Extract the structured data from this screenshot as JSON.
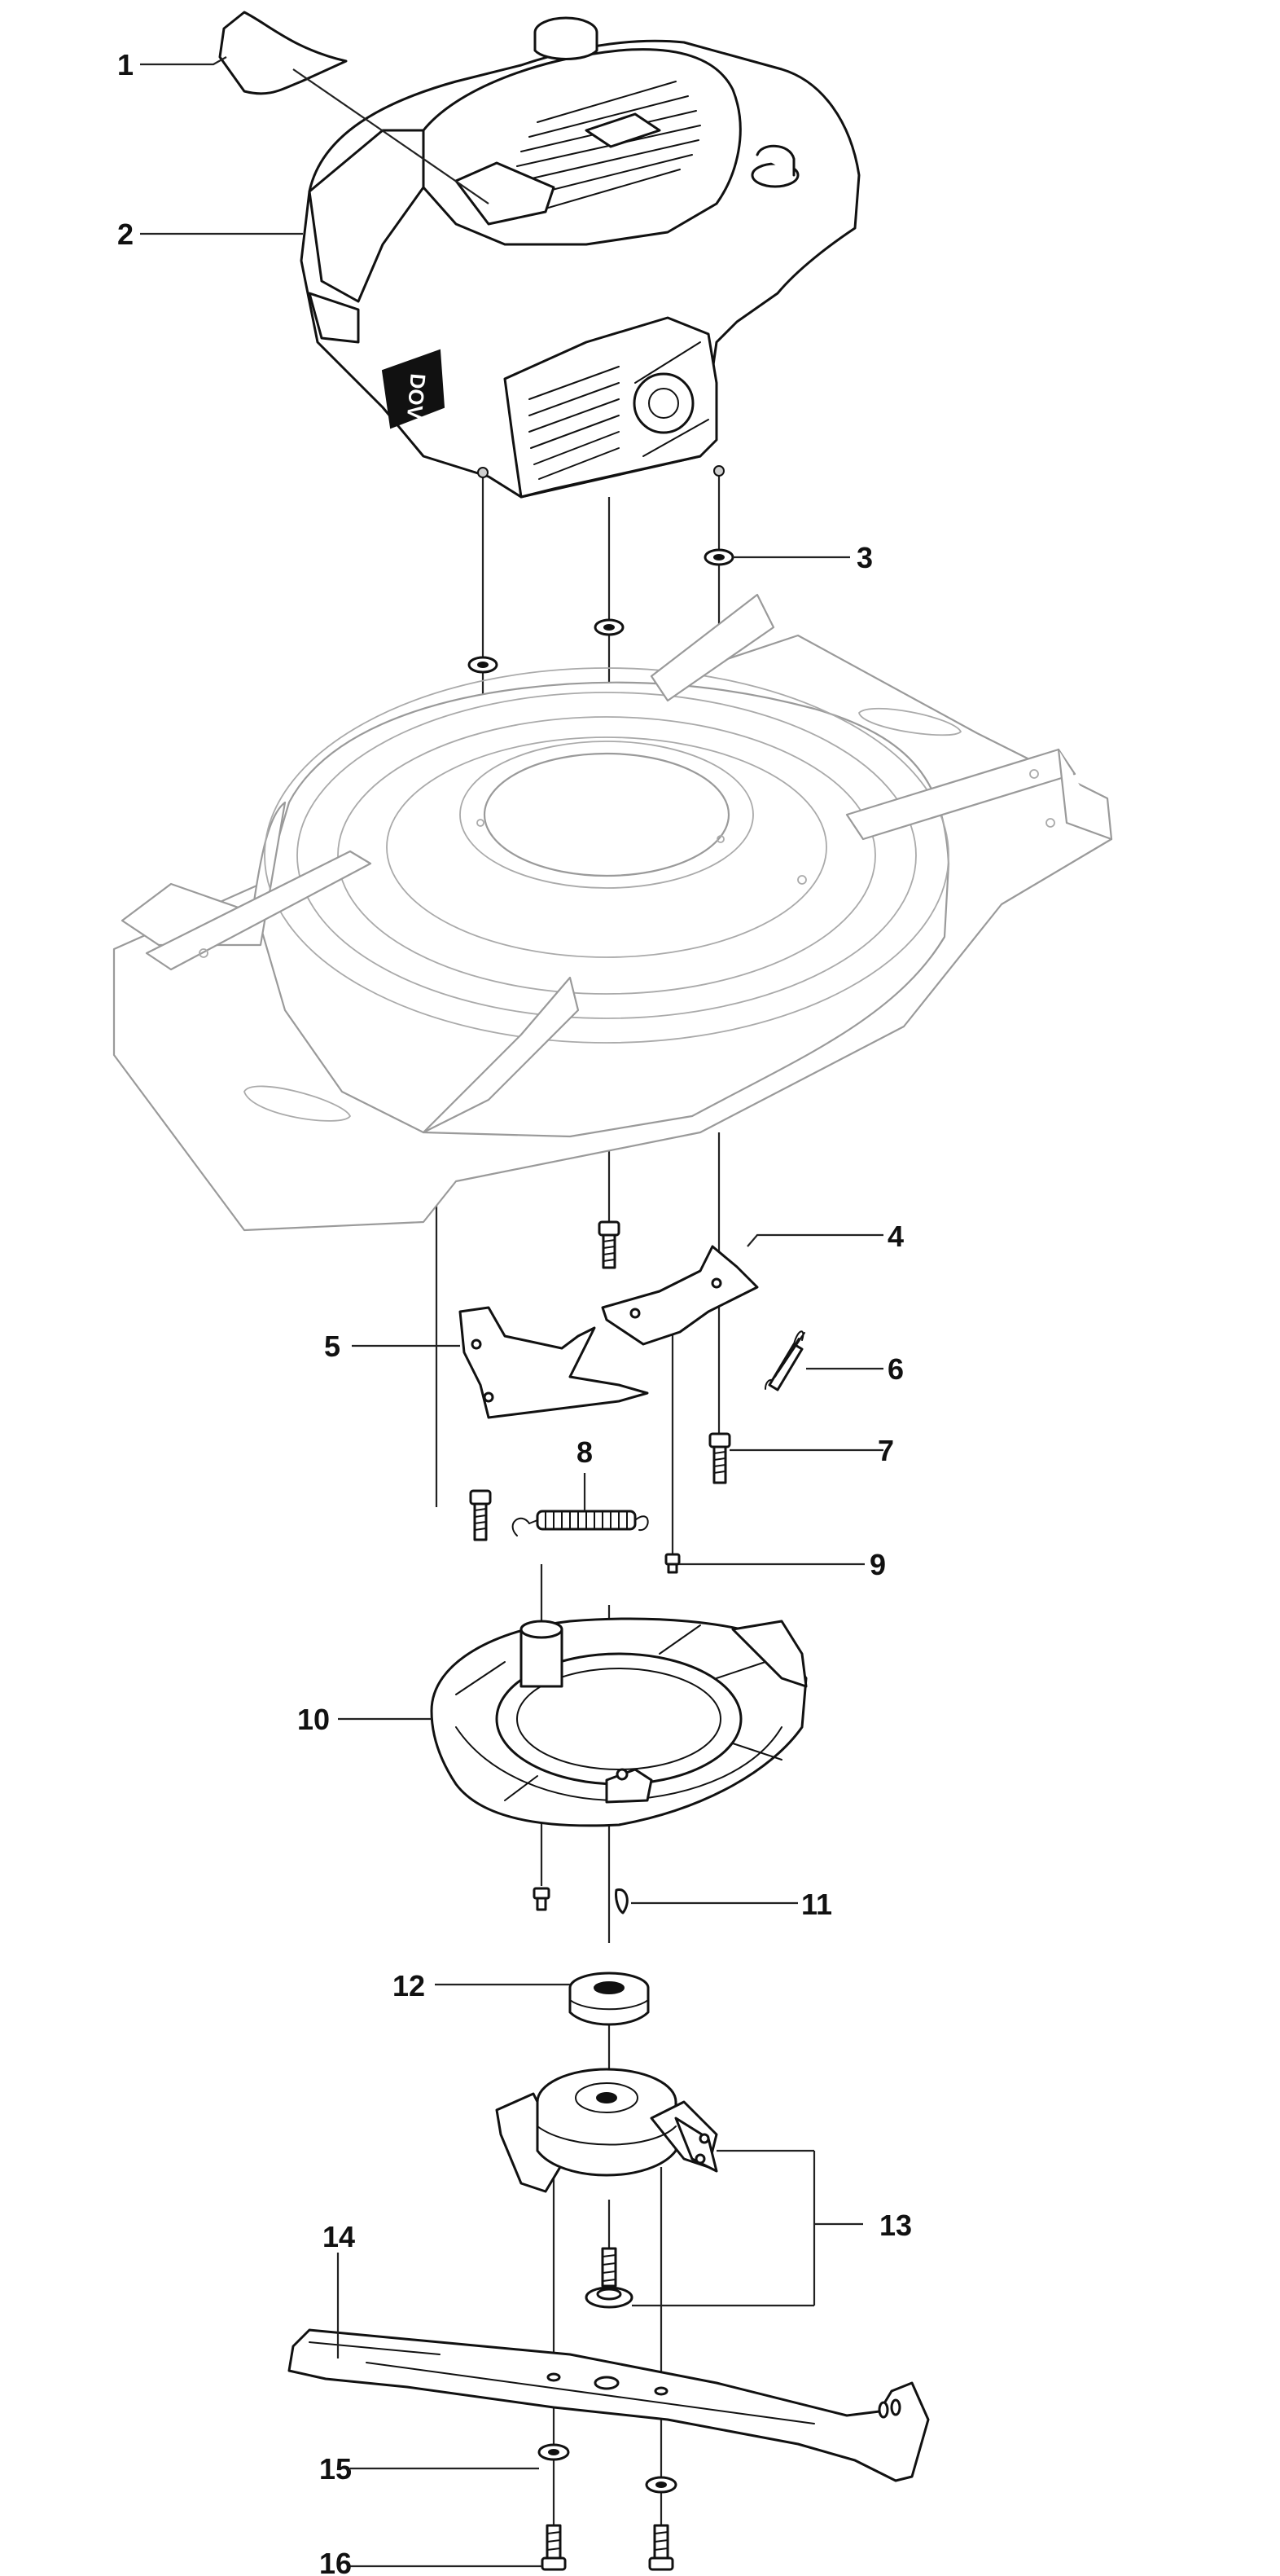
{
  "diagram": {
    "callouts": [
      {
        "id": "1",
        "label": "1"
      },
      {
        "id": "2",
        "label": "2"
      },
      {
        "id": "3",
        "label": "3"
      },
      {
        "id": "4",
        "label": "4"
      },
      {
        "id": "5",
        "label": "5"
      },
      {
        "id": "6",
        "label": "6"
      },
      {
        "id": "7",
        "label": "7"
      },
      {
        "id": "8",
        "label": "8"
      },
      {
        "id": "9",
        "label": "9"
      },
      {
        "id": "10",
        "label": "10"
      },
      {
        "id": "11",
        "label": "11"
      },
      {
        "id": "12",
        "label": "12"
      },
      {
        "id": "13",
        "label": "13"
      },
      {
        "id": "14",
        "label": "14"
      },
      {
        "id": "15",
        "label": "15"
      },
      {
        "id": "16",
        "label": "16"
      }
    ],
    "engine_badge": "DOV"
  }
}
